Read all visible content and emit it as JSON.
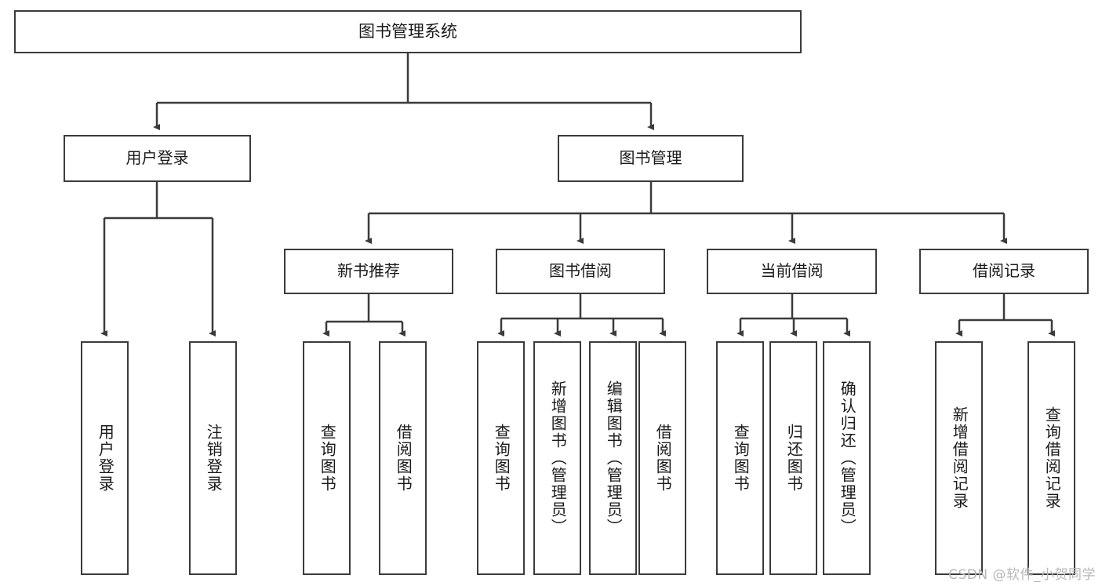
{
  "diagram": {
    "title": "图书管理系统",
    "type": "tree-hierarchy",
    "root": {
      "label": "图书管理系统"
    },
    "level2": [
      {
        "label": "用户登录"
      },
      {
        "label": "图书管理"
      }
    ],
    "level3": [
      {
        "label": "新书推荐"
      },
      {
        "label": "图书借阅"
      },
      {
        "label": "当前借阅"
      },
      {
        "label": "借阅记录"
      }
    ],
    "leaves": {
      "user_login": [
        {
          "label": "用户登录"
        },
        {
          "label": "注销登录"
        }
      ],
      "new_book_recommend": [
        {
          "label": "查询图书"
        },
        {
          "label": "借阅图书"
        }
      ],
      "book_borrow": [
        {
          "label": "查询图书"
        },
        {
          "label": "新增图书（管理员）"
        },
        {
          "label": "编辑图书（管理员）"
        },
        {
          "label": "借阅图书"
        }
      ],
      "current_borrow": [
        {
          "label": "查询图书"
        },
        {
          "label": "归还图书"
        },
        {
          "label": "确认归还（管理员）"
        }
      ],
      "borrow_record": [
        {
          "label": "新增借阅记录"
        },
        {
          "label": "查询借阅记录"
        }
      ]
    }
  },
  "watermark": {
    "text": "CSDN @软件_小贺同学"
  },
  "colors": {
    "border": "#3b3b3b",
    "background": "#ffffff",
    "text": "#1a1a1a",
    "watermark": "#b7b7b7"
  }
}
